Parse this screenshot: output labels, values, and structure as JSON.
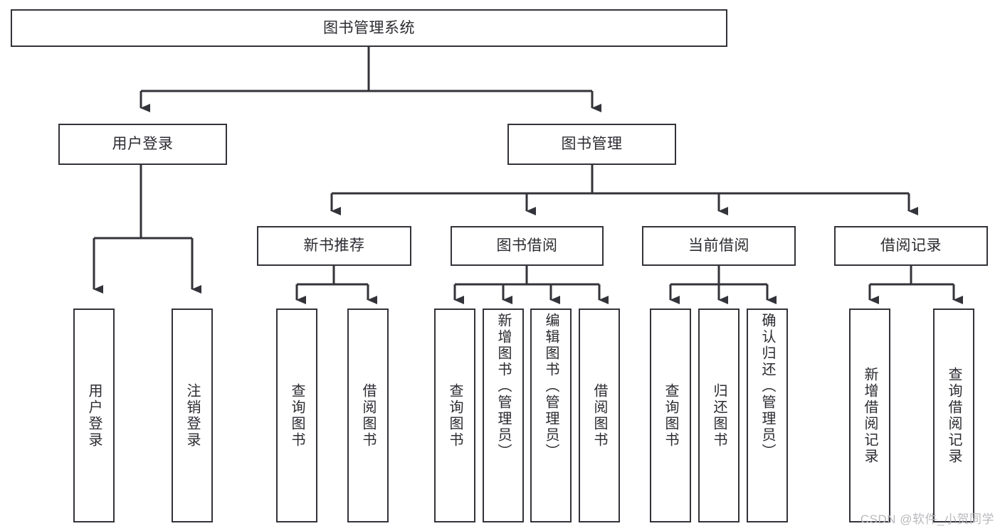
{
  "diagram": {
    "type": "tree",
    "title": "图书管理系统",
    "root": {
      "id": "root",
      "label": "图书管理系统"
    },
    "level1": [
      {
        "id": "user-login",
        "label": "用户登录"
      },
      {
        "id": "book-manage",
        "label": "图书管理"
      }
    ],
    "level2": [
      {
        "id": "new-book-recommend",
        "label": "新书推荐",
        "parent": "book-manage"
      },
      {
        "id": "book-borrow",
        "label": "图书借阅",
        "parent": "book-manage"
      },
      {
        "id": "current-borrow",
        "label": "当前借阅",
        "parent": "book-manage"
      },
      {
        "id": "borrow-record",
        "label": "借阅记录",
        "parent": "book-manage"
      }
    ],
    "leaves": [
      {
        "id": "leaf-user-login",
        "label": "用户登录",
        "parent": "user-login"
      },
      {
        "id": "leaf-logout",
        "label": "注销登录",
        "parent": "user-login"
      },
      {
        "id": "leaf-query-book-rec",
        "label": "查询图书",
        "parent": "new-book-recommend"
      },
      {
        "id": "leaf-borrow-book-rec",
        "label": "借阅图书",
        "parent": "new-book-recommend"
      },
      {
        "id": "leaf-query-book-borrow",
        "label": "查询图书",
        "parent": "book-borrow"
      },
      {
        "id": "leaf-add-book",
        "label": "新增图书（管理员）",
        "parent": "book-borrow"
      },
      {
        "id": "leaf-edit-book",
        "label": "编辑图书（管理员）",
        "parent": "book-borrow"
      },
      {
        "id": "leaf-borrow-book",
        "label": "借阅图书",
        "parent": "book-borrow"
      },
      {
        "id": "leaf-query-book-current",
        "label": "查询图书",
        "parent": "current-borrow"
      },
      {
        "id": "leaf-return-book",
        "label": "归还图书",
        "parent": "current-borrow"
      },
      {
        "id": "leaf-confirm-return",
        "label": "确认归还（管理员）",
        "parent": "current-borrow"
      },
      {
        "id": "leaf-add-record",
        "label": "新增借阅记录",
        "parent": "borrow-record"
      },
      {
        "id": "leaf-query-record",
        "label": "查询借阅记录",
        "parent": "borrow-record"
      }
    ],
    "colors": {
      "stroke": "#33333a",
      "fill": "#ffffff",
      "text": "#2b2b31",
      "watermark": "#b9b9bd"
    }
  },
  "watermark": {
    "text": "CSDN @软件_小贺同学"
  }
}
